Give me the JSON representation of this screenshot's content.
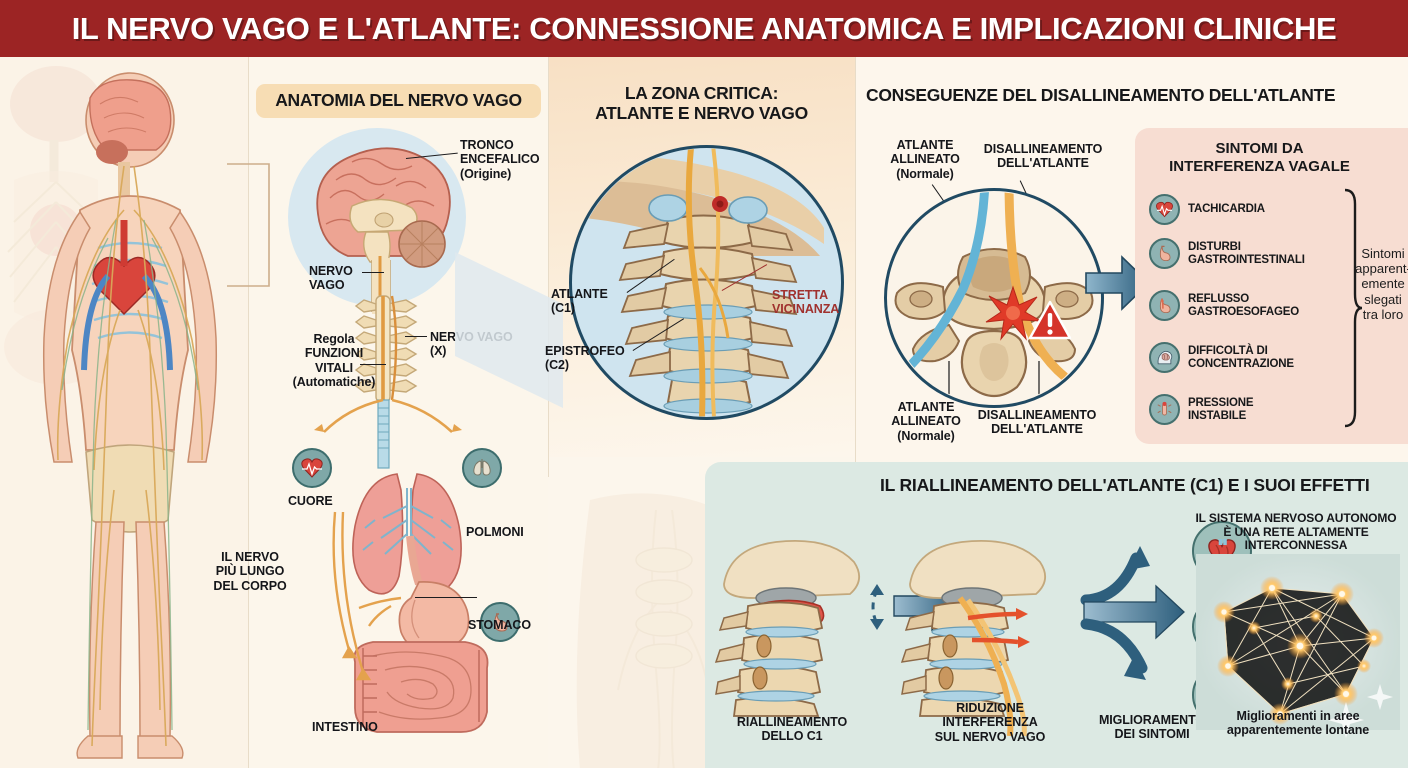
{
  "title": "IL NERVO VAGO E L'ATLANTE: CONNESSIONE ANATOMICA E IMPLICAZIONI CLINICHE",
  "colors": {
    "title_bar": "#9c2424",
    "page_bg": "#fdf6ec",
    "heading_pill": "#f7ddb4",
    "zona_panel": "#f8e0c4",
    "symptoms_card": "#f7ddd2",
    "realign_panel": "#dce9e3",
    "accent_red": "#a0312e",
    "arrow_blue": "#3b6f8f",
    "icon_teal": "#7fa8a8"
  },
  "panels": {
    "body": {
      "name": "Corpo umano e nervo vago",
      "note": "IL NERVO\nPIÙ LUNGO\nDEL CORPO",
      "note_lines": [
        "IL NERVO",
        "PIÙ LUNGO",
        "DEL CORPO"
      ]
    },
    "anatomy": {
      "heading": "ANATOMIA DEL NERVO VAGO",
      "labels": {
        "brainstem": [
          "TRONCO",
          "ENCEFALICO",
          "(Origine)"
        ],
        "vagus": [
          "NERVO",
          "VAGO"
        ],
        "vital": [
          "Regola",
          "FUNZIONI",
          "VITALI",
          "(Automatiche)"
        ],
        "vagus_x": [
          "NERVO VAGO",
          "(X)"
        ],
        "heart": "CUORE",
        "lungs": "POLMONI",
        "stomach": "STOMACO",
        "intestine": "INTESTINO"
      }
    },
    "critical_zone": {
      "heading_lines": [
        "LA ZONA CRITICA:",
        "ATLANTE E NERVO VAGO"
      ],
      "labels": {
        "atlas": [
          "ATLANTE",
          "(C1)"
        ],
        "axis": [
          "EPISTROFEO",
          "(C2)"
        ],
        "proximity": [
          "STRETTA",
          "VICINANZA"
        ]
      }
    },
    "consequences": {
      "heading": "CONSEGUENZE DEL DISALLINEAMENTO DELL'ATLANTE",
      "labels": {
        "aligned_top": [
          "ATLANTE",
          "ALLINEATO",
          "(Normale)"
        ],
        "misaligned_top": [
          "DISALLINEAMENTO",
          "DELL'ATLANTE"
        ],
        "aligned_bottom": [
          "ATLANTE",
          "ALLINEATO",
          "(Normale)"
        ],
        "misaligned_bottom": [
          "DISALLINEAMENTO",
          "DELL'ATLANTE"
        ]
      },
      "symptoms_card": {
        "title_lines": [
          "SINTOMI DA",
          "INTERFERENZA VAGALE"
        ],
        "items": [
          {
            "icon": "heart-icon",
            "label_lines": [
              "TACHICARDIA"
            ]
          },
          {
            "icon": "stomach-icon",
            "label_lines": [
              "DISTURBI",
              "GASTROINTESTINALI"
            ]
          },
          {
            "icon": "reflux-icon",
            "label_lines": [
              "REFLUSSO",
              "GASTROESOFAGEO"
            ]
          },
          {
            "icon": "brain-head-icon",
            "label_lines": [
              "DIFFICOLTÀ DI",
              "CONCENTRAZIONE"
            ]
          },
          {
            "icon": "blood-pressure-icon",
            "label_lines": [
              "PRESSIONE",
              "INSTABILE"
            ]
          }
        ],
        "side_note_lines": [
          "Sintomi",
          "apparent-",
          "emente",
          "slegati",
          "tra loro"
        ]
      }
    },
    "realignment": {
      "heading": "IL RIALLINEAMENTO DELL'ATLANTE (C1) E I SUOI EFFETTI",
      "steps": [
        {
          "label_lines": [
            "RIALLINEAMENTO",
            "DELLO C1"
          ]
        },
        {
          "label_lines": [
            "RIDUZIONE",
            "INTERFERENZA",
            "SUL NERVO VAGO"
          ]
        },
        {
          "label_lines": [
            "MIGLIORAMENTO",
            "DEI SINTOMI"
          ]
        }
      ],
      "outcome_icons": [
        {
          "icon": "heart-icon"
        },
        {
          "icon": "stomach-icon"
        },
        {
          "icon": "brain-icon"
        }
      ],
      "network": {
        "title_lines": [
          "IL SISTEMA NERVOSO AUTONOMO",
          "È UNA RETE ALTAMENTE",
          "INTERCONNESSA"
        ],
        "caption_lines": [
          "Miglioramenti in aree",
          "apparentemente lontane"
        ]
      }
    }
  }
}
